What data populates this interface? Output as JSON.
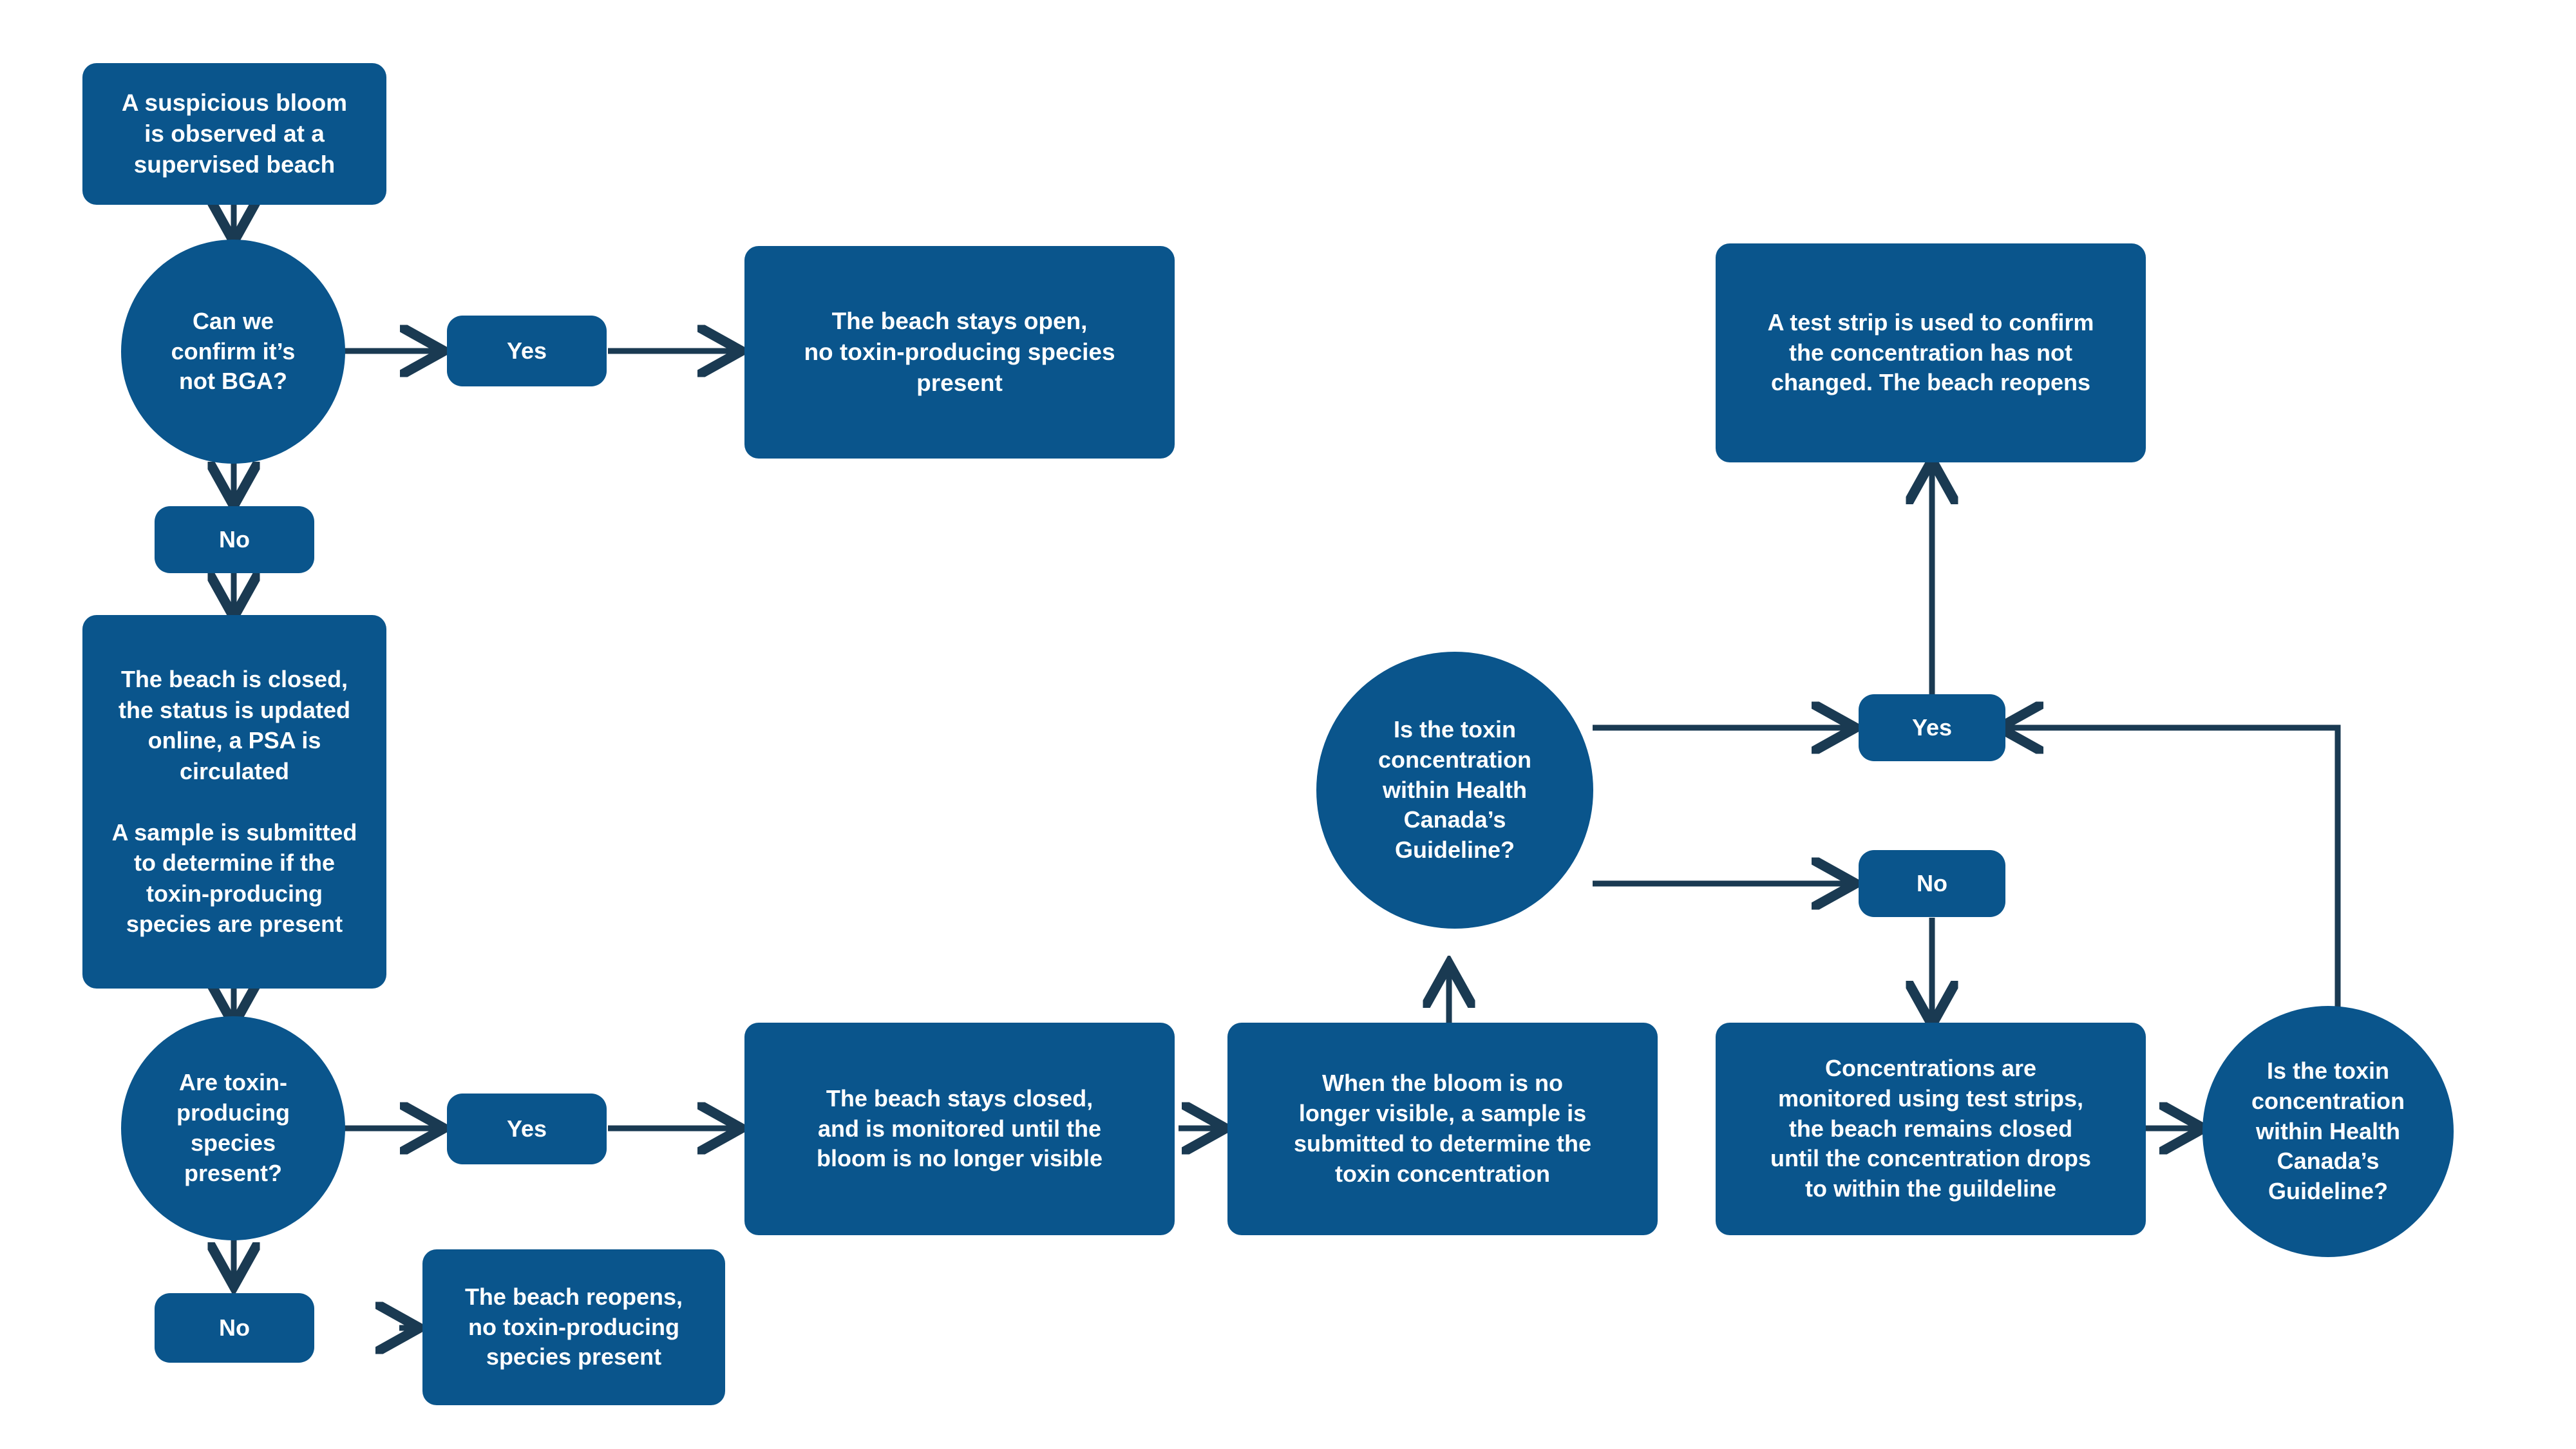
{
  "diagram": {
    "title": "Blue-green algae bloom beach response flowchart",
    "colors": {
      "node_fill": "#0A558C",
      "node_text": "#FFFFFF",
      "edge_stroke": "#1A3A52",
      "background": "#FFFFFF"
    },
    "nodes": [
      {
        "id": "start",
        "shape": "box",
        "label": "A suspicious bloom\nis observed at a\nsupervised beach"
      },
      {
        "id": "decision-confirm-bga",
        "shape": "ellipse",
        "label": "Can we\nconfirm it’s\nnot BGA?"
      },
      {
        "id": "yes-1",
        "shape": "pill",
        "label": "Yes"
      },
      {
        "id": "beach-stays-open",
        "shape": "box",
        "label": "The beach stays open,\nno toxin-producing species\npresent"
      },
      {
        "id": "no-1",
        "shape": "pill",
        "label": "No"
      },
      {
        "id": "beach-closed-sample",
        "shape": "box",
        "label": "The beach is closed,\nthe status is updated\nonline, a PSA is\ncirculated\n\nA sample is submitted\nto determine if the\ntoxin-producing\nspecies are present"
      },
      {
        "id": "decision-species-present",
        "shape": "ellipse",
        "label": "Are toxin-\nproducing\nspecies\npresent?"
      },
      {
        "id": "yes-2",
        "shape": "pill",
        "label": "Yes"
      },
      {
        "id": "no-2",
        "shape": "pill",
        "label": "No"
      },
      {
        "id": "beach-reopens",
        "shape": "box",
        "label": "The beach reopens,\nno toxin-producing\nspecies present"
      },
      {
        "id": "beach-stays-closed",
        "shape": "box",
        "label": "The beach stays closed,\nand is monitored until the\nbloom is no longer visible"
      },
      {
        "id": "sample-toxin-concentration",
        "shape": "box",
        "label": "When the bloom is no\nlonger visible, a sample is\nsubmitted to determine the\ntoxin concentration"
      },
      {
        "id": "decision-within-guideline-1",
        "shape": "ellipse",
        "label": "Is the toxin\nconcentration\nwithin Health\nCanada’s\nGuideline?"
      },
      {
        "id": "yes-3",
        "shape": "pill",
        "label": "Yes"
      },
      {
        "id": "no-3",
        "shape": "pill",
        "label": "No"
      },
      {
        "id": "test-strip-reopens",
        "shape": "box",
        "label": "A test strip is used to confirm\nthe concentration has not\nchanged. The beach reopens"
      },
      {
        "id": "concentrations-monitored",
        "shape": "box",
        "label": "Concentrations are\nmonitored using test strips,\nthe beach remains closed\nuntil the concentration drops\nto within the guildeline"
      },
      {
        "id": "decision-within-guideline-2",
        "shape": "ellipse",
        "label": "Is the toxin\nconcentration\nwithin Health\nCanada’s\nGuideline?"
      }
    ],
    "edges": [
      {
        "from": "start",
        "to": "decision-confirm-bga"
      },
      {
        "from": "decision-confirm-bga",
        "to": "yes-1"
      },
      {
        "from": "yes-1",
        "to": "beach-stays-open"
      },
      {
        "from": "decision-confirm-bga",
        "to": "no-1"
      },
      {
        "from": "no-1",
        "to": "beach-closed-sample"
      },
      {
        "from": "beach-closed-sample",
        "to": "decision-species-present"
      },
      {
        "from": "decision-species-present",
        "to": "yes-2"
      },
      {
        "from": "decision-species-present",
        "to": "no-2"
      },
      {
        "from": "no-2",
        "to": "beach-reopens"
      },
      {
        "from": "yes-2",
        "to": "beach-stays-closed"
      },
      {
        "from": "beach-stays-closed",
        "to": "sample-toxin-concentration"
      },
      {
        "from": "sample-toxin-concentration",
        "to": "decision-within-guideline-1"
      },
      {
        "from": "decision-within-guideline-1",
        "to": "yes-3"
      },
      {
        "from": "decision-within-guideline-1",
        "to": "no-3"
      },
      {
        "from": "yes-3",
        "to": "test-strip-reopens"
      },
      {
        "from": "no-3",
        "to": "concentrations-monitored"
      },
      {
        "from": "concentrations-monitored",
        "to": "decision-within-guideline-2"
      },
      {
        "from": "decision-within-guideline-2",
        "to": "yes-3"
      }
    ]
  }
}
